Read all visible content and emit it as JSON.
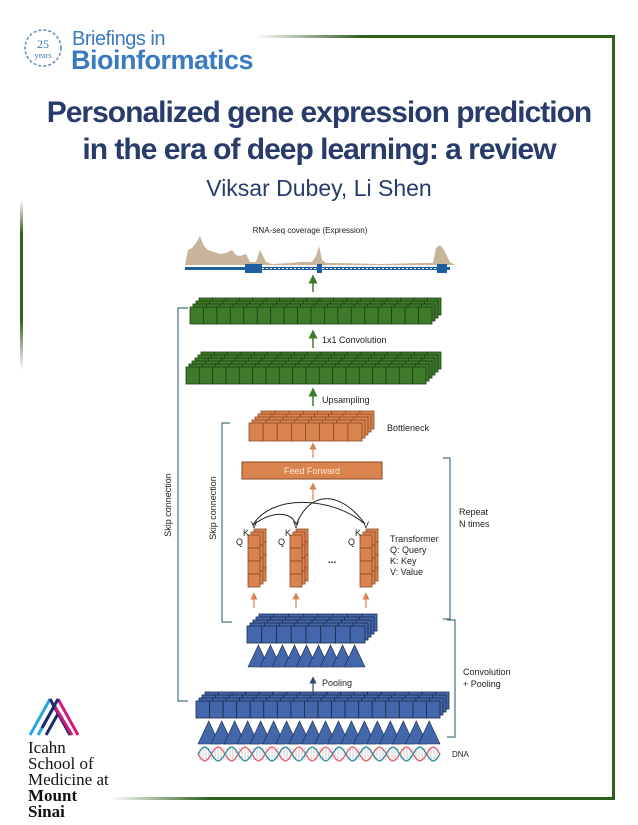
{
  "journal": {
    "badge": "25 years",
    "name_line1": "Briefings in",
    "name_line2": "Bioinformatics",
    "color": "#3a7bbf"
  },
  "article": {
    "title_line1": "Personalized gene expression prediction",
    "title_line2": "in the era of deep learning: a review",
    "authors": "Viksar Dubey, Li Shen"
  },
  "figure": {
    "rna_label": "RNA-seq coverage (Expression)",
    "conv1x1": "1x1 Convolution",
    "upsampling": "Upsampling",
    "bottleneck": "Bottleneck",
    "feed_forward": "Feed Forward",
    "skip_outer": "Skip connection",
    "skip_inner": "Skip connection",
    "repeat_line1": "Repeat",
    "repeat_line2": "N times",
    "transformer": "Transformer",
    "q_def": "Q: Query",
    "k_def": "K: Key",
    "v_def": "V: Value",
    "q": "Q",
    "k": "K",
    "v": "V",
    "ellipsis": "...",
    "pooling": "Pooling",
    "conv_line1": "Convolution",
    "conv_line2": "+ Pooling",
    "dna": "DNA",
    "colors": {
      "green": "#3d7a2a",
      "orange": "#d9834f",
      "blue": "#4466aa",
      "tan": "#c8b49a"
    }
  },
  "institution": {
    "line1": "Icahn",
    "line2": "School of",
    "line3": "Medicine at",
    "line4": "Mount",
    "line5": "Sinai"
  }
}
